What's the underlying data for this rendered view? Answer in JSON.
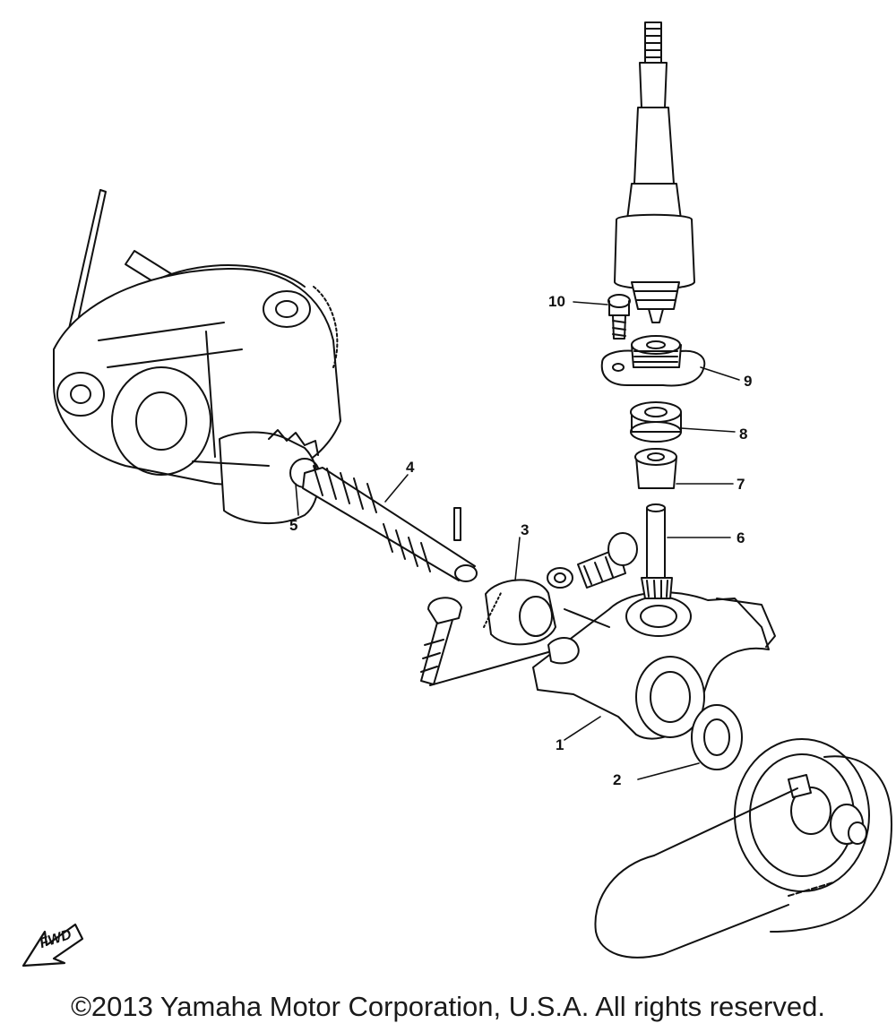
{
  "diagram": {
    "callouts": [
      {
        "id": "1",
        "label": "1"
      },
      {
        "id": "2",
        "label": "2"
      },
      {
        "id": "3",
        "label": "3"
      },
      {
        "id": "4",
        "label": "4"
      },
      {
        "id": "5",
        "label": "5"
      },
      {
        "id": "6",
        "label": "6"
      },
      {
        "id": "7",
        "label": "7"
      },
      {
        "id": "8",
        "label": "8"
      },
      {
        "id": "9",
        "label": "9"
      },
      {
        "id": "10",
        "label": "10"
      }
    ],
    "direction_marker": "FWD",
    "copyright": "©2013 Yamaha Motor Corporation, U.S.A. All rights reserved."
  }
}
